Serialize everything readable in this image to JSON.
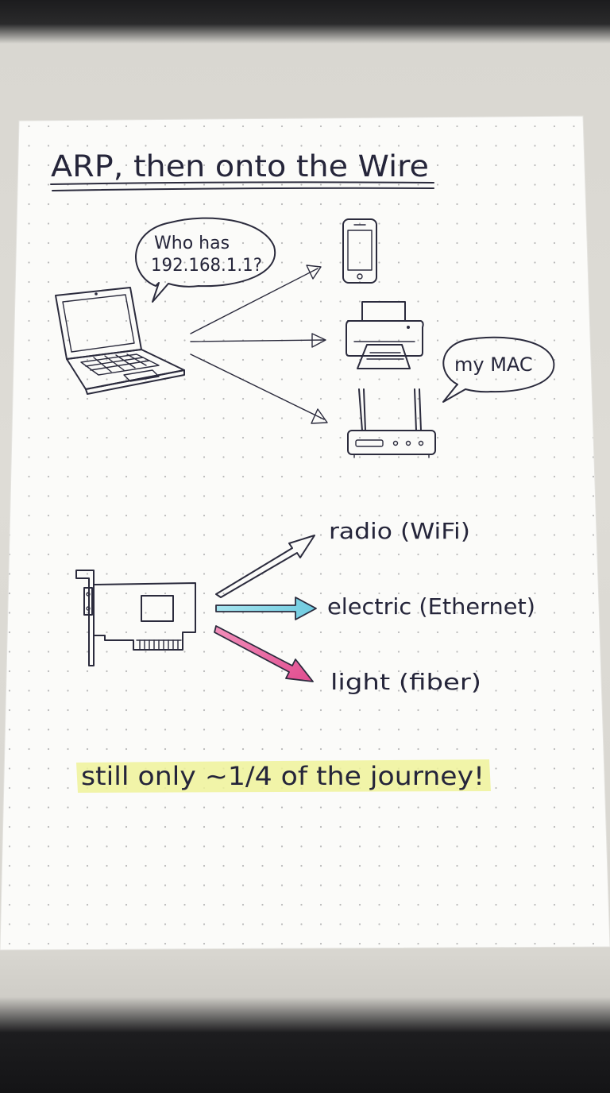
{
  "title": "ARP, then onto the Wire",
  "arp": {
    "bubble_line1": "Who has",
    "bubble_line2": "192.168.1.1?",
    "reply": "my MAC"
  },
  "media": {
    "radio": "radio (WiFi)",
    "electric": "electric (Ethernet)",
    "light": "light (fiber)"
  },
  "footer": {
    "note": "still only ~1/4 of the journey!"
  },
  "colors": {
    "ink": "#2b2b3d",
    "highlight": "#eef29a",
    "ethernet_arrow": "#7fd3e6",
    "fiber_arrow": "#e85a9a",
    "paper": "#fbfbf9"
  },
  "icons": [
    "laptop-icon",
    "smartphone-icon",
    "printer-icon",
    "router-icon",
    "network-card-icon"
  ]
}
